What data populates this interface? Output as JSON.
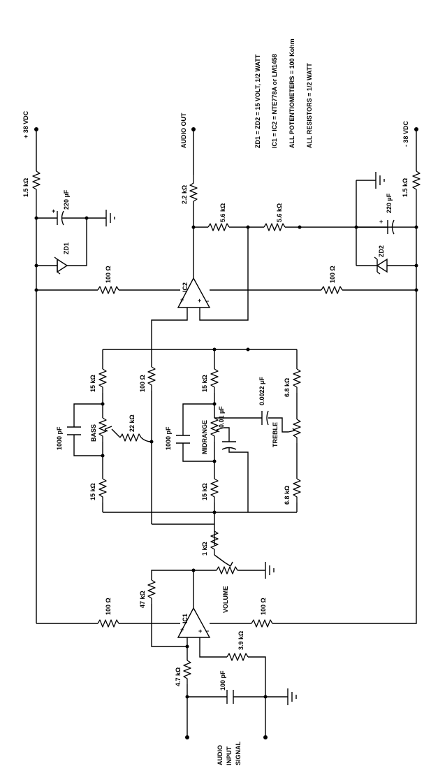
{
  "notes": [
    "ZD1 = ZD2 = 15 VOLT, 1/2 WATT",
    "IC1 = IC2 = NTE778A or LM1458",
    "ALL POTENTIOMETERS = 100 Kohm",
    "ALL RESISTORS = 1/2 WATT"
  ],
  "supplies": {
    "positive": "+ 38 VDC",
    "negative": "- 38 VDC"
  },
  "output": {
    "label": "AUDIO OUT"
  },
  "input": {
    "line1": "AUDIO",
    "line2": "INPUT",
    "line3": "SIGNAL"
  },
  "ics": {
    "ic1": "IC1",
    "ic2": "IC2"
  },
  "zeners": {
    "zd1": "ZD1",
    "zd2": "ZD2"
  },
  "controls": {
    "bass": "BASS",
    "midrange": "MIDRANGE",
    "treble": "TREBLE",
    "volume": "VOLUME"
  },
  "values": {
    "r_pos_supply": "1.5 kΩ",
    "c_pos_supply": "220 µF",
    "r_neg_supply": "1.5 kΩ",
    "c_neg_supply": "220 µF",
    "r_out": "2.2 kΩ",
    "r_fb1": "5.6 kΩ",
    "r_fb2": "5.6 kΩ",
    "r_ic2_pos": "100 Ω",
    "r_ic2_neg": "100 Ω",
    "r_bass_top": "15 kΩ",
    "r_bass_bot": "15 kΩ",
    "c_bass": "1000 pF",
    "r_bass_wiper": "22 kΩ",
    "r_tone_fb": "100 Ω",
    "r_mid_top": "15 kΩ",
    "r_mid_bot": "15 kΩ",
    "c_mid": "1000 pF",
    "c_mid_wiper": "0.01 µF",
    "c_treble": "0.0022 µF",
    "r_treble_top": "6.8 kΩ",
    "r_treble_bot": "6.8 kΩ",
    "r_vol": "1 kΩ",
    "r_ic1_fb": "47 kΩ",
    "r_ic1_pos": "100 Ω",
    "r_ic1_neg": "100 Ω",
    "r_ic1_in": "4.7 kΩ",
    "r_ic1_div": "3.9 kΩ",
    "c_in": "100 pF"
  },
  "pins": {
    "plus": "+",
    "minus": "−"
  }
}
